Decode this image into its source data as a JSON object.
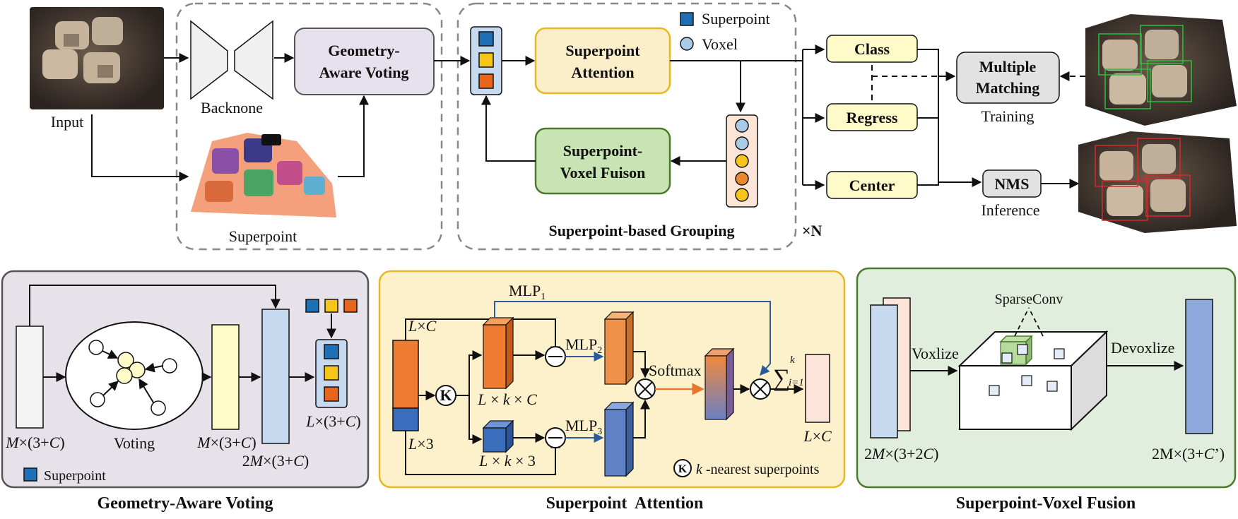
{
  "top": {
    "input_label": "Input",
    "backbone_label": "Backnone",
    "voting_box": [
      "Geometry-",
      "Aware Voting"
    ],
    "superpoint_label": "Superpoint",
    "attention_box": [
      "Superpoint",
      "Attention"
    ],
    "fusion_box": [
      "Superpoint-",
      "Voxel Fuison"
    ],
    "legend_superpoint": "Superpoint",
    "legend_voxel": "Voxel",
    "grouping_title": "Superpoint-based Grouping",
    "repeat_label": "×N",
    "heads": [
      "Class",
      "Regress",
      "Center"
    ],
    "matching_box": [
      "Multiple",
      "Matching"
    ],
    "training_label": "Training",
    "nms_label": "NMS",
    "inference_label": "Inference"
  },
  "voting_panel": {
    "title": "Geometry-Aware Voting",
    "voting_label": "Voting",
    "dim_in": [
      "M",
      "×(3+",
      "C",
      ")"
    ],
    "dim_mid": [
      "M",
      "×(3+",
      "C",
      ")"
    ],
    "dim_2m": [
      "2",
      "M",
      "×(3+",
      "C",
      ")"
    ],
    "dim_l": [
      "L",
      "×(3+",
      "C",
      ")"
    ],
    "legend": "Superpoint"
  },
  "attention_panel": {
    "title": "Superpoint  Attention",
    "mlp1": "MLP",
    "mlp1_sub": "1",
    "mlp2": "MLP",
    "mlp2_sub": "2",
    "mlp3": "MLP",
    "mlp3_sub": "3",
    "softmax": "Softmax",
    "lxc_top": [
      "L",
      "×",
      "C"
    ],
    "lx3": [
      "L",
      "×3"
    ],
    "lkc": [
      "L",
      " × ",
      "k",
      " × ",
      "C"
    ],
    "lk3": [
      "L",
      " × ",
      "k",
      " × 3"
    ],
    "lxc_out": [
      "L",
      "×",
      "C"
    ],
    "knn_symbol": "K",
    "knn_legend": [
      "k",
      " -nearest superpoints"
    ],
    "sum_symbol": "∑",
    "sum_top": "k",
    "sum_bottom": "i=1"
  },
  "fusion_panel": {
    "title": "Superpoint-Voxel Fusion",
    "sparseconv": "SparseConv",
    "voxlize": "Voxlize",
    "devoxlize": "Devoxlize",
    "dim_in": [
      "2",
      "M",
      "×(3+2",
      "C",
      ")"
    ],
    "dim_out": [
      "2M×(3+",
      "C",
      "’)"
    ]
  },
  "colors": {
    "superpoint_square": "#1f6fb5",
    "voxel_yellow": "#f5c518",
    "voxel_orange": "#e8651c",
    "voting_box_fill": "#e6e1ec",
    "attention_fill": "#fdeeca",
    "attention_border": "#e8b820",
    "fusion_fill": "#c9e4b4",
    "fusion_border": "#4a7a2c",
    "head_fill": "#fffbc8",
    "panel_voting": "#e7e1ea",
    "panel_attention": "#fdf1cc",
    "panel_fusion": "#e2eedd"
  }
}
